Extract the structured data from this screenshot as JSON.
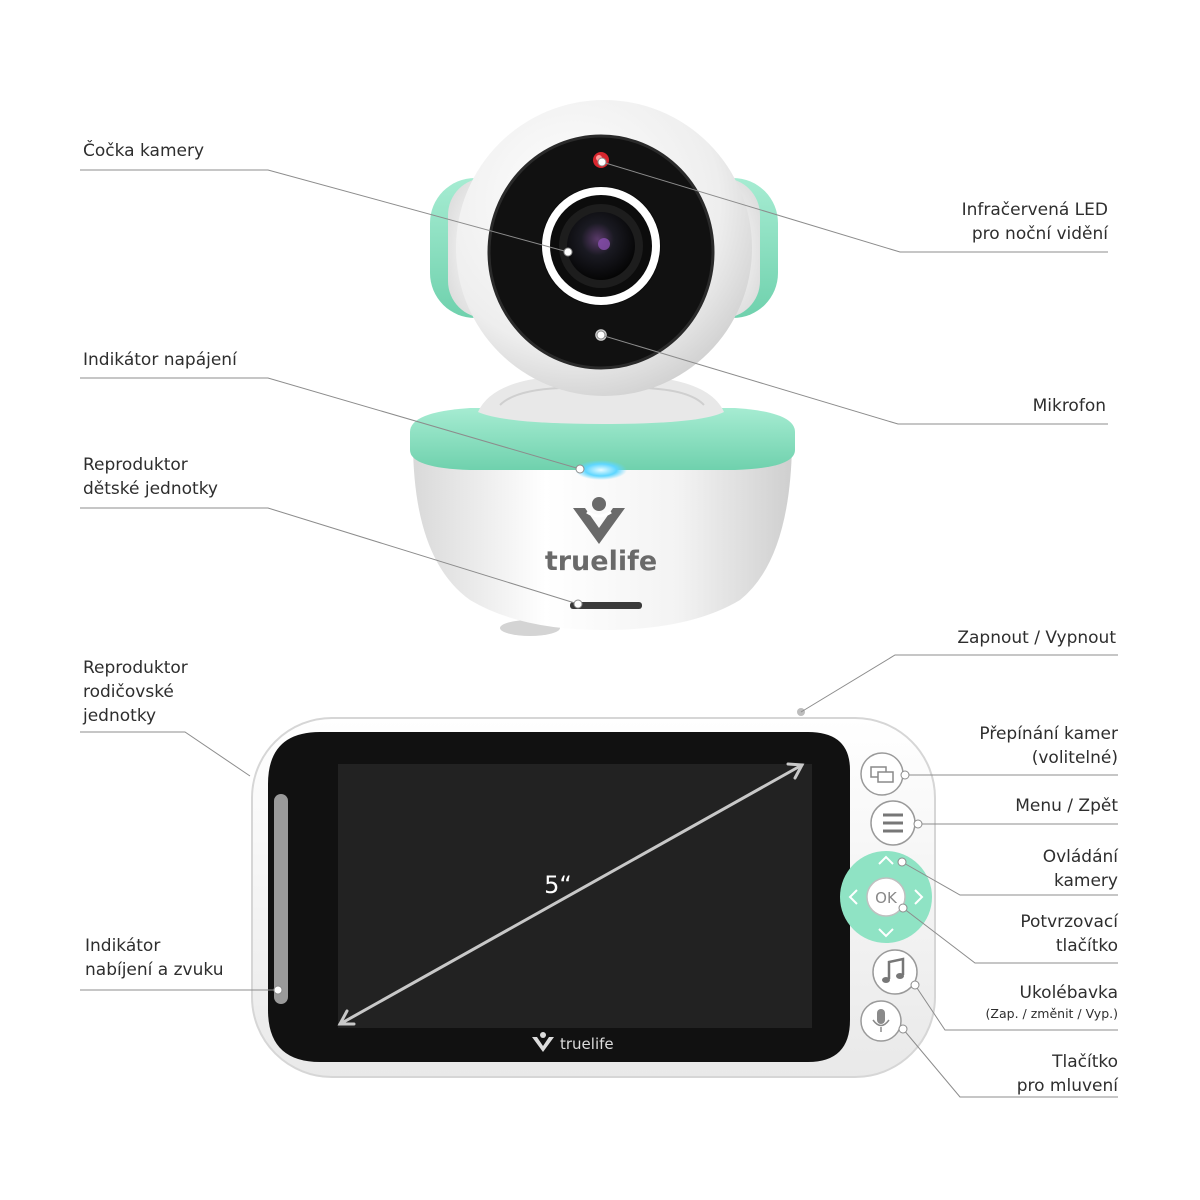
{
  "labels": {
    "lens": "Čočka kamery",
    "ir_led": [
      "Infračervená LED",
      "pro noční vidění"
    ],
    "power_indicator": "Indikátor napájení",
    "baby_speaker": [
      "Reproduktor",
      "dětské jednotky"
    ],
    "microphone": "Mikrofon",
    "on_off": "Zapnout / Vypnout",
    "parent_speaker": [
      "Reproduktor",
      "rodičovské",
      "jednotky"
    ],
    "camera_switch": [
      "Přepínání kamer",
      "(volitelné)"
    ],
    "menu_back": "Menu / Zpět",
    "camera_control": [
      "Ovládání",
      "kamery"
    ],
    "confirm": [
      "Potvrzovací",
      "tlačítko"
    ],
    "lullaby": [
      "Ukolébavka",
      "(Zap. / změnit / Vyp.)"
    ],
    "charge_indicator": [
      "Indikátor",
      "nabíjení a zvuku"
    ],
    "talk": [
      "Tlačítko",
      "pro mluvení"
    ]
  },
  "camera": {
    "brand": "truelife"
  },
  "monitor": {
    "brand": "truelife",
    "screen_size": "5“",
    "ok_label": "OK"
  },
  "colors": {
    "mint": "#8fe3c4",
    "mint_dark": "#6fd1ad",
    "body": "#f2f2f2",
    "screen": "#1a1a1a",
    "ir_red": "#d8262e",
    "led_blue": "#5fd6ff",
    "line": "#8c8c8c",
    "logo": "#6a6a6a"
  }
}
